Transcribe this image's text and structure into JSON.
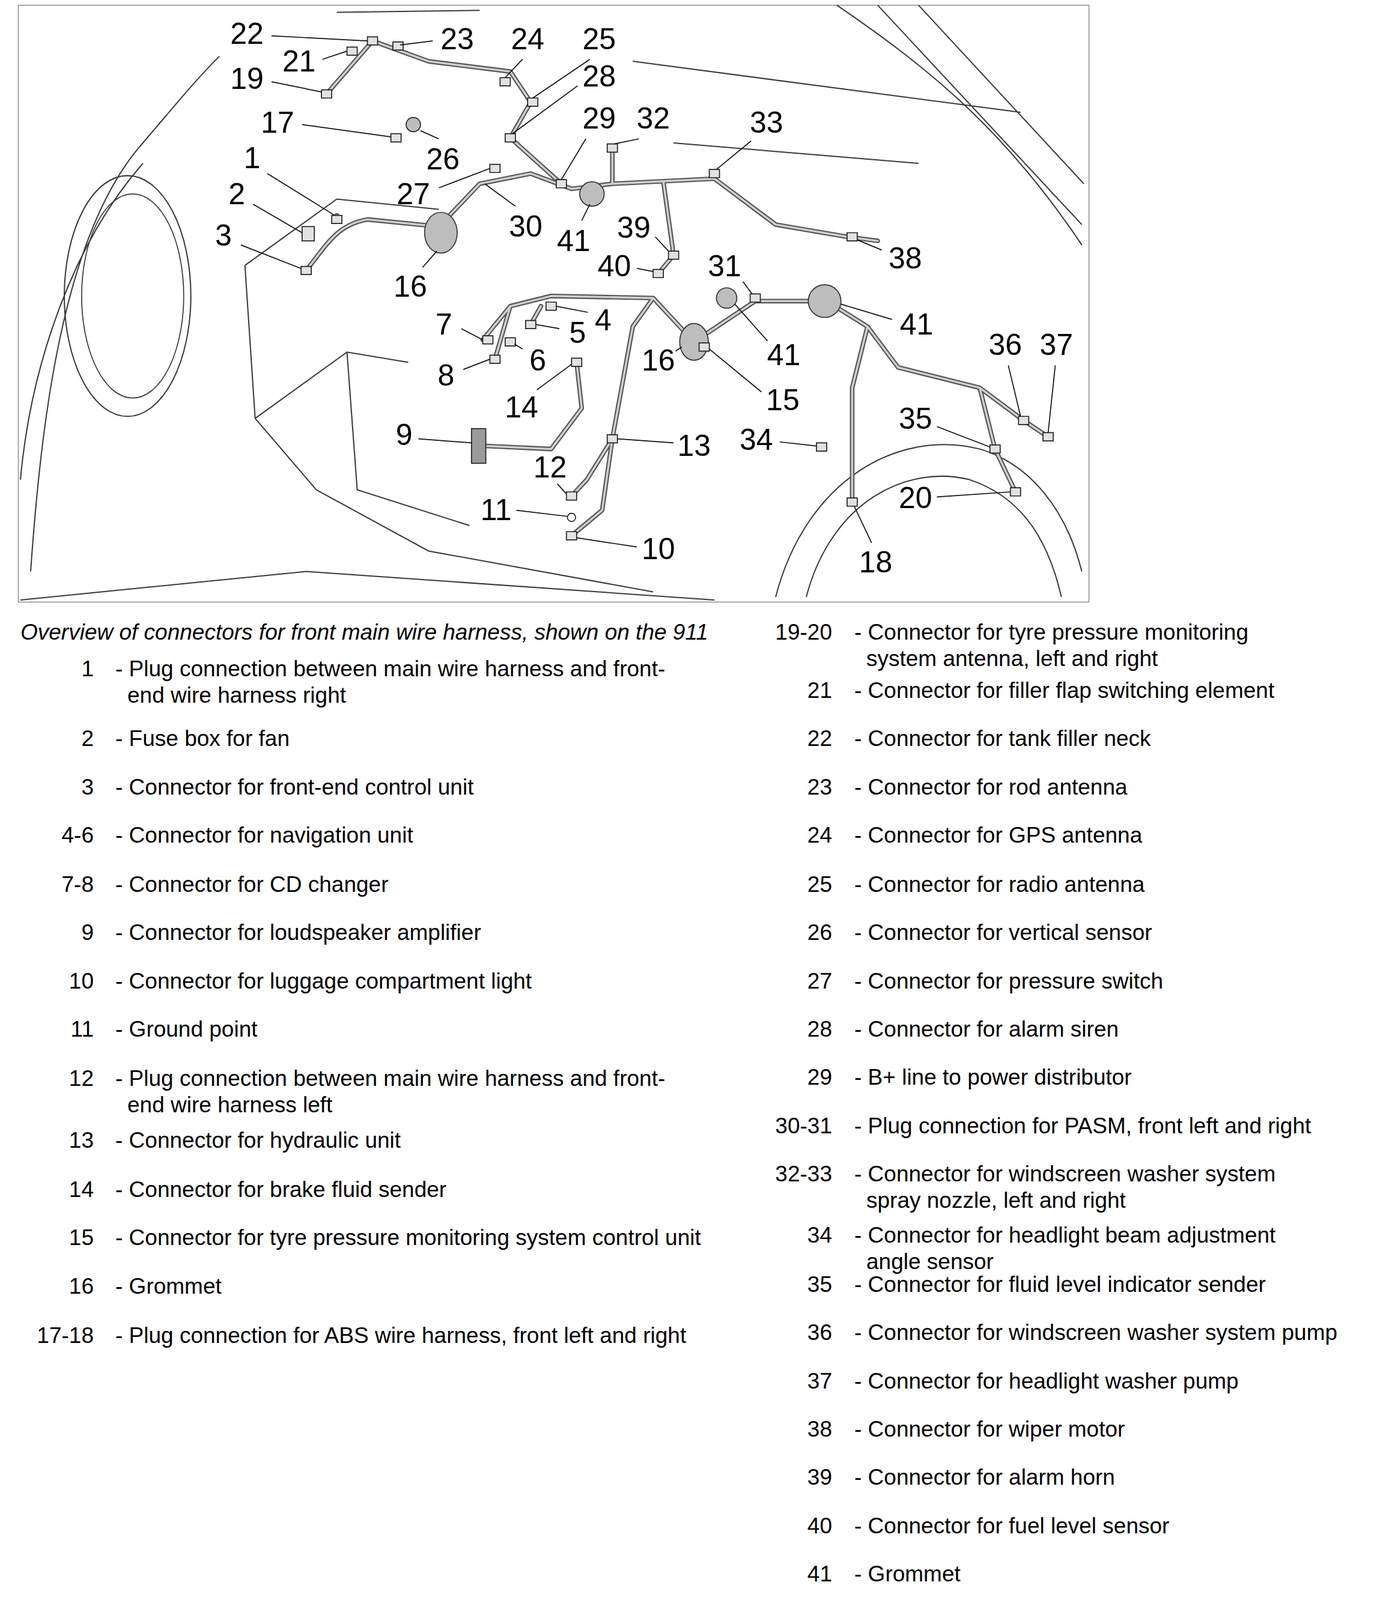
{
  "diagram": {
    "caption": "Overview of connectors for front main wire harness, shown on the 911",
    "labels": [
      "22",
      "21",
      "19",
      "23",
      "24",
      "25",
      "28",
      "17",
      "29",
      "32",
      "33",
      "1",
      "26",
      "2",
      "27",
      "30",
      "41",
      "39",
      "3",
      "40",
      "31",
      "38",
      "16",
      "41",
      "36",
      "37",
      "7",
      "4",
      "5",
      "6",
      "16",
      "41",
      "8",
      "14",
      "15",
      "35",
      "9",
      "13",
      "34",
      "12",
      "20",
      "11",
      "10",
      "18",
      "1",
      "- Plug connection between main wire harness and front-end wire harness right",
      "2",
      "- Fuse box for fan",
      "3",
      "- Connector for front-end control unit",
      "4-6",
      "- Connector for navigation unit",
      "7-8",
      "- Connector for CD changer",
      "9",
      "- Connector for loudspeaker amplifier",
      "10",
      "- Connector for luggage compartment light",
      "11",
      "- Ground point",
      "12",
      "- Plug connection between main wire harness and front-end wire harness left",
      "13",
      "- Connector for hydraulic unit",
      "14",
      "- Connector for brake fluid sender",
      "15",
      "- Connector for tyre pressure monitoring system control unit",
      "16",
      "- Grommet",
      "17-18",
      "- Plug connection for ABS wire harness, front left and right",
      "19-20",
      "- Connector for tyre pressure monitoring system antenna, left and right",
      "21",
      "- Connector for filler flap switching element",
      "22",
      "- Connector for tank filler neck",
      "23",
      "- Connector for rod antenna",
      "24",
      "- Connector for GPS antenna",
      "25",
      "- Connector for radio antenna",
      "26",
      "- Connector for vertical sensor",
      "27",
      "- Connector for pressure switch",
      "28",
      "- Connector for alarm siren",
      "29",
      "- B+ line to power distributor",
      "30-31",
      "- Plug connection for PASM, front left and right",
      "32-33",
      "- Connector for windscreen washer system spray nozzle, left and right",
      "34",
      "- Connector for headlight beam adjustment angle sensor",
      "35",
      "- Connector for fluid level indicator sender",
      "36",
      "- Connector for windscreen washer system pump",
      "37",
      "- Connector for headlight washer pump",
      "38",
      "- Connector for wiper motor",
      "39",
      "- Connector for alarm horn",
      "40",
      "- Connector for fuel level sensor",
      "41",
      "- Grommet"
    ]
  }
}
